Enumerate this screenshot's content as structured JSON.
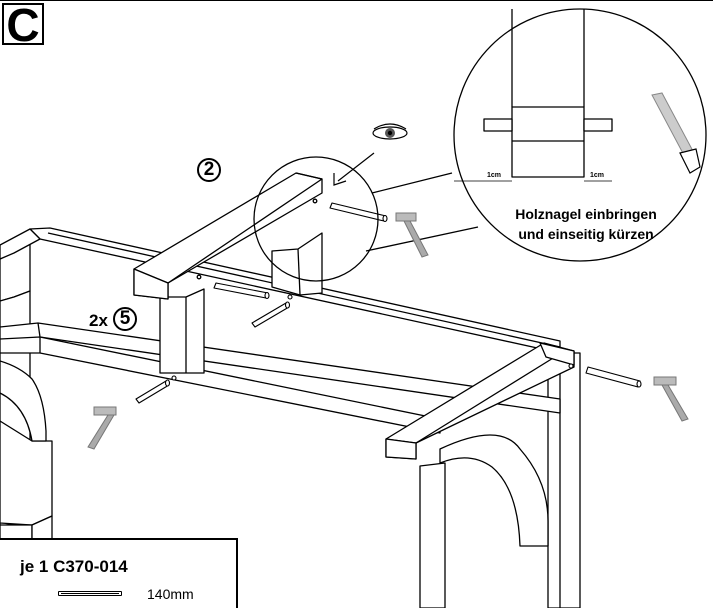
{
  "step": {
    "letter": "C"
  },
  "callouts": {
    "part_2": "2",
    "part_5": "5",
    "qty_5": "2x"
  },
  "detail": {
    "left_offset": "1cm",
    "right_offset": "1cm",
    "note_line_1": "Holznagel einbringen",
    "note_line_2": "und einseitig kürzen"
  },
  "parts_list": {
    "title": "je 1 C370-014",
    "length": "140mm"
  },
  "icons": [
    "eye-icon",
    "hammer-icon",
    "saw-icon",
    "dowel-icon"
  ]
}
